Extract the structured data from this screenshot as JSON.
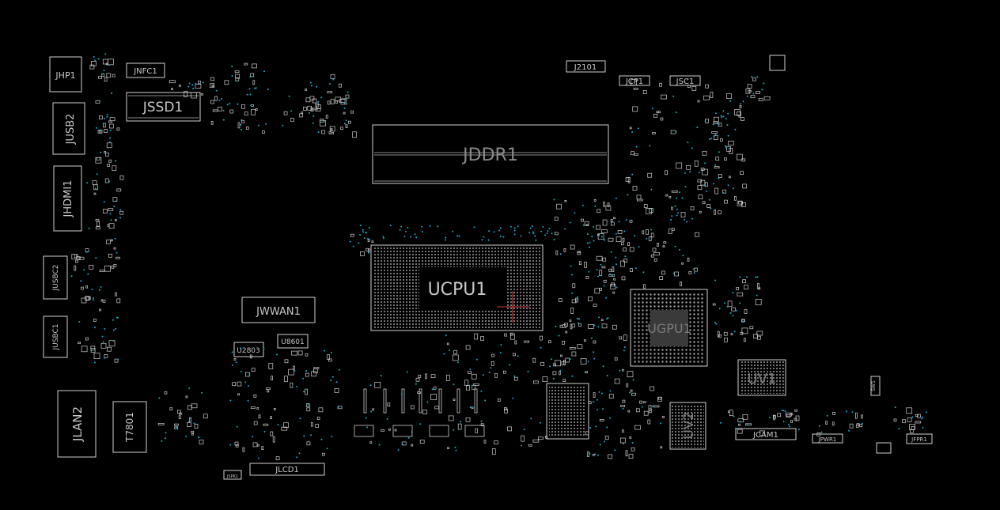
{
  "board": {
    "background": "#000000",
    "outline_color": "#d0d0d0",
    "via_color": "#1fa8c8",
    "labels": {
      "jhp1": "JHP1",
      "jnfc1": "JNFC1",
      "jssd1": "JSSD1",
      "jusb2": "JUSB2",
      "jhdmi1": "JHDMI1",
      "jusbc2": "JUSBC2",
      "jusbc1": "JUSBC1",
      "jlan2": "JLAN2",
      "t7801": "T7801",
      "jwwan1": "JWWAN1",
      "u2803": "U2803",
      "u8601": "U8601",
      "jlcd1": "JLCD1",
      "jddr1": "JDDR1",
      "ucpu1": "UCPU1",
      "ugpu1": "UGPU1",
      "uv1": "UV1",
      "uv2": "UV2",
      "jcam1": "JCAM1",
      "jpwr1": "JPWR1",
      "jfpr1": "JFPR1",
      "j2101": "J2101",
      "jcp1": "JCP1",
      "jsc1": "JSC1",
      "sw1": "SW1",
      "jspk1": "JSPK1"
    }
  }
}
